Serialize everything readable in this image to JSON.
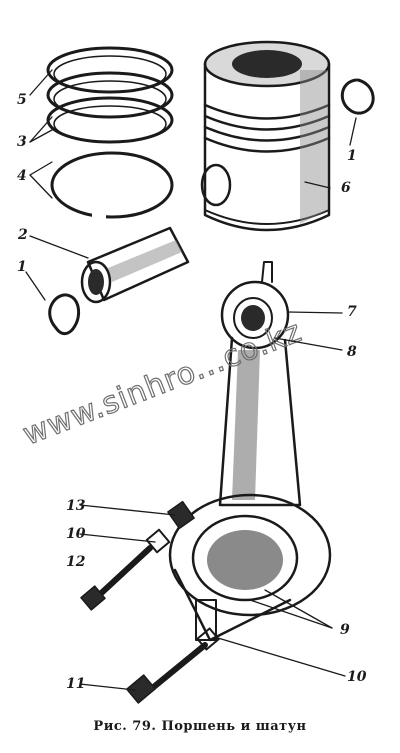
{
  "figure": {
    "caption": "Рис. 79. Поршень и шатун",
    "watermark": "www.sinhro...co.kz"
  },
  "callouts": {
    "c1_top": "1",
    "c1_left": "1",
    "c2": "2",
    "c3": "3",
    "c4": "4",
    "c5": "5",
    "c6": "6",
    "c7": "7",
    "c8": "8",
    "c9": "9",
    "c10_upper": "10",
    "c10_lower": "10",
    "c11": "11",
    "c12": "12",
    "c13": "13"
  },
  "colors": {
    "ink": "#1a1a1a",
    "shade": "#8a8a8a",
    "paper": "#ffffff"
  }
}
